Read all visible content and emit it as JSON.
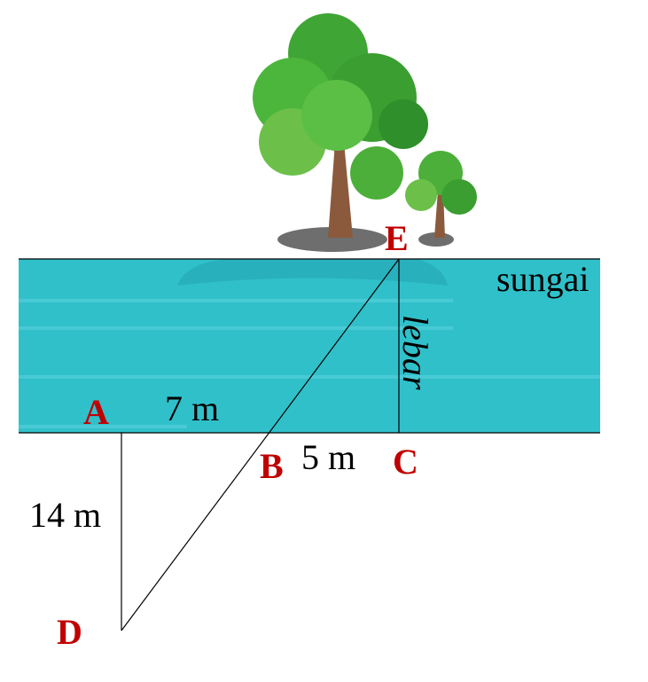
{
  "colors": {
    "river": "#30C0CA",
    "point_label": "#C00000",
    "foliage": "#4CAF3A",
    "trunk": "#8B5A3C"
  },
  "labels": {
    "river": "sungai",
    "width": "lebar",
    "points": {
      "A": "A",
      "B": "B",
      "C": "C",
      "D": "D",
      "E": "E"
    },
    "measures": {
      "AB": "7 m",
      "BC": "5 m",
      "AD": "14 m"
    }
  }
}
